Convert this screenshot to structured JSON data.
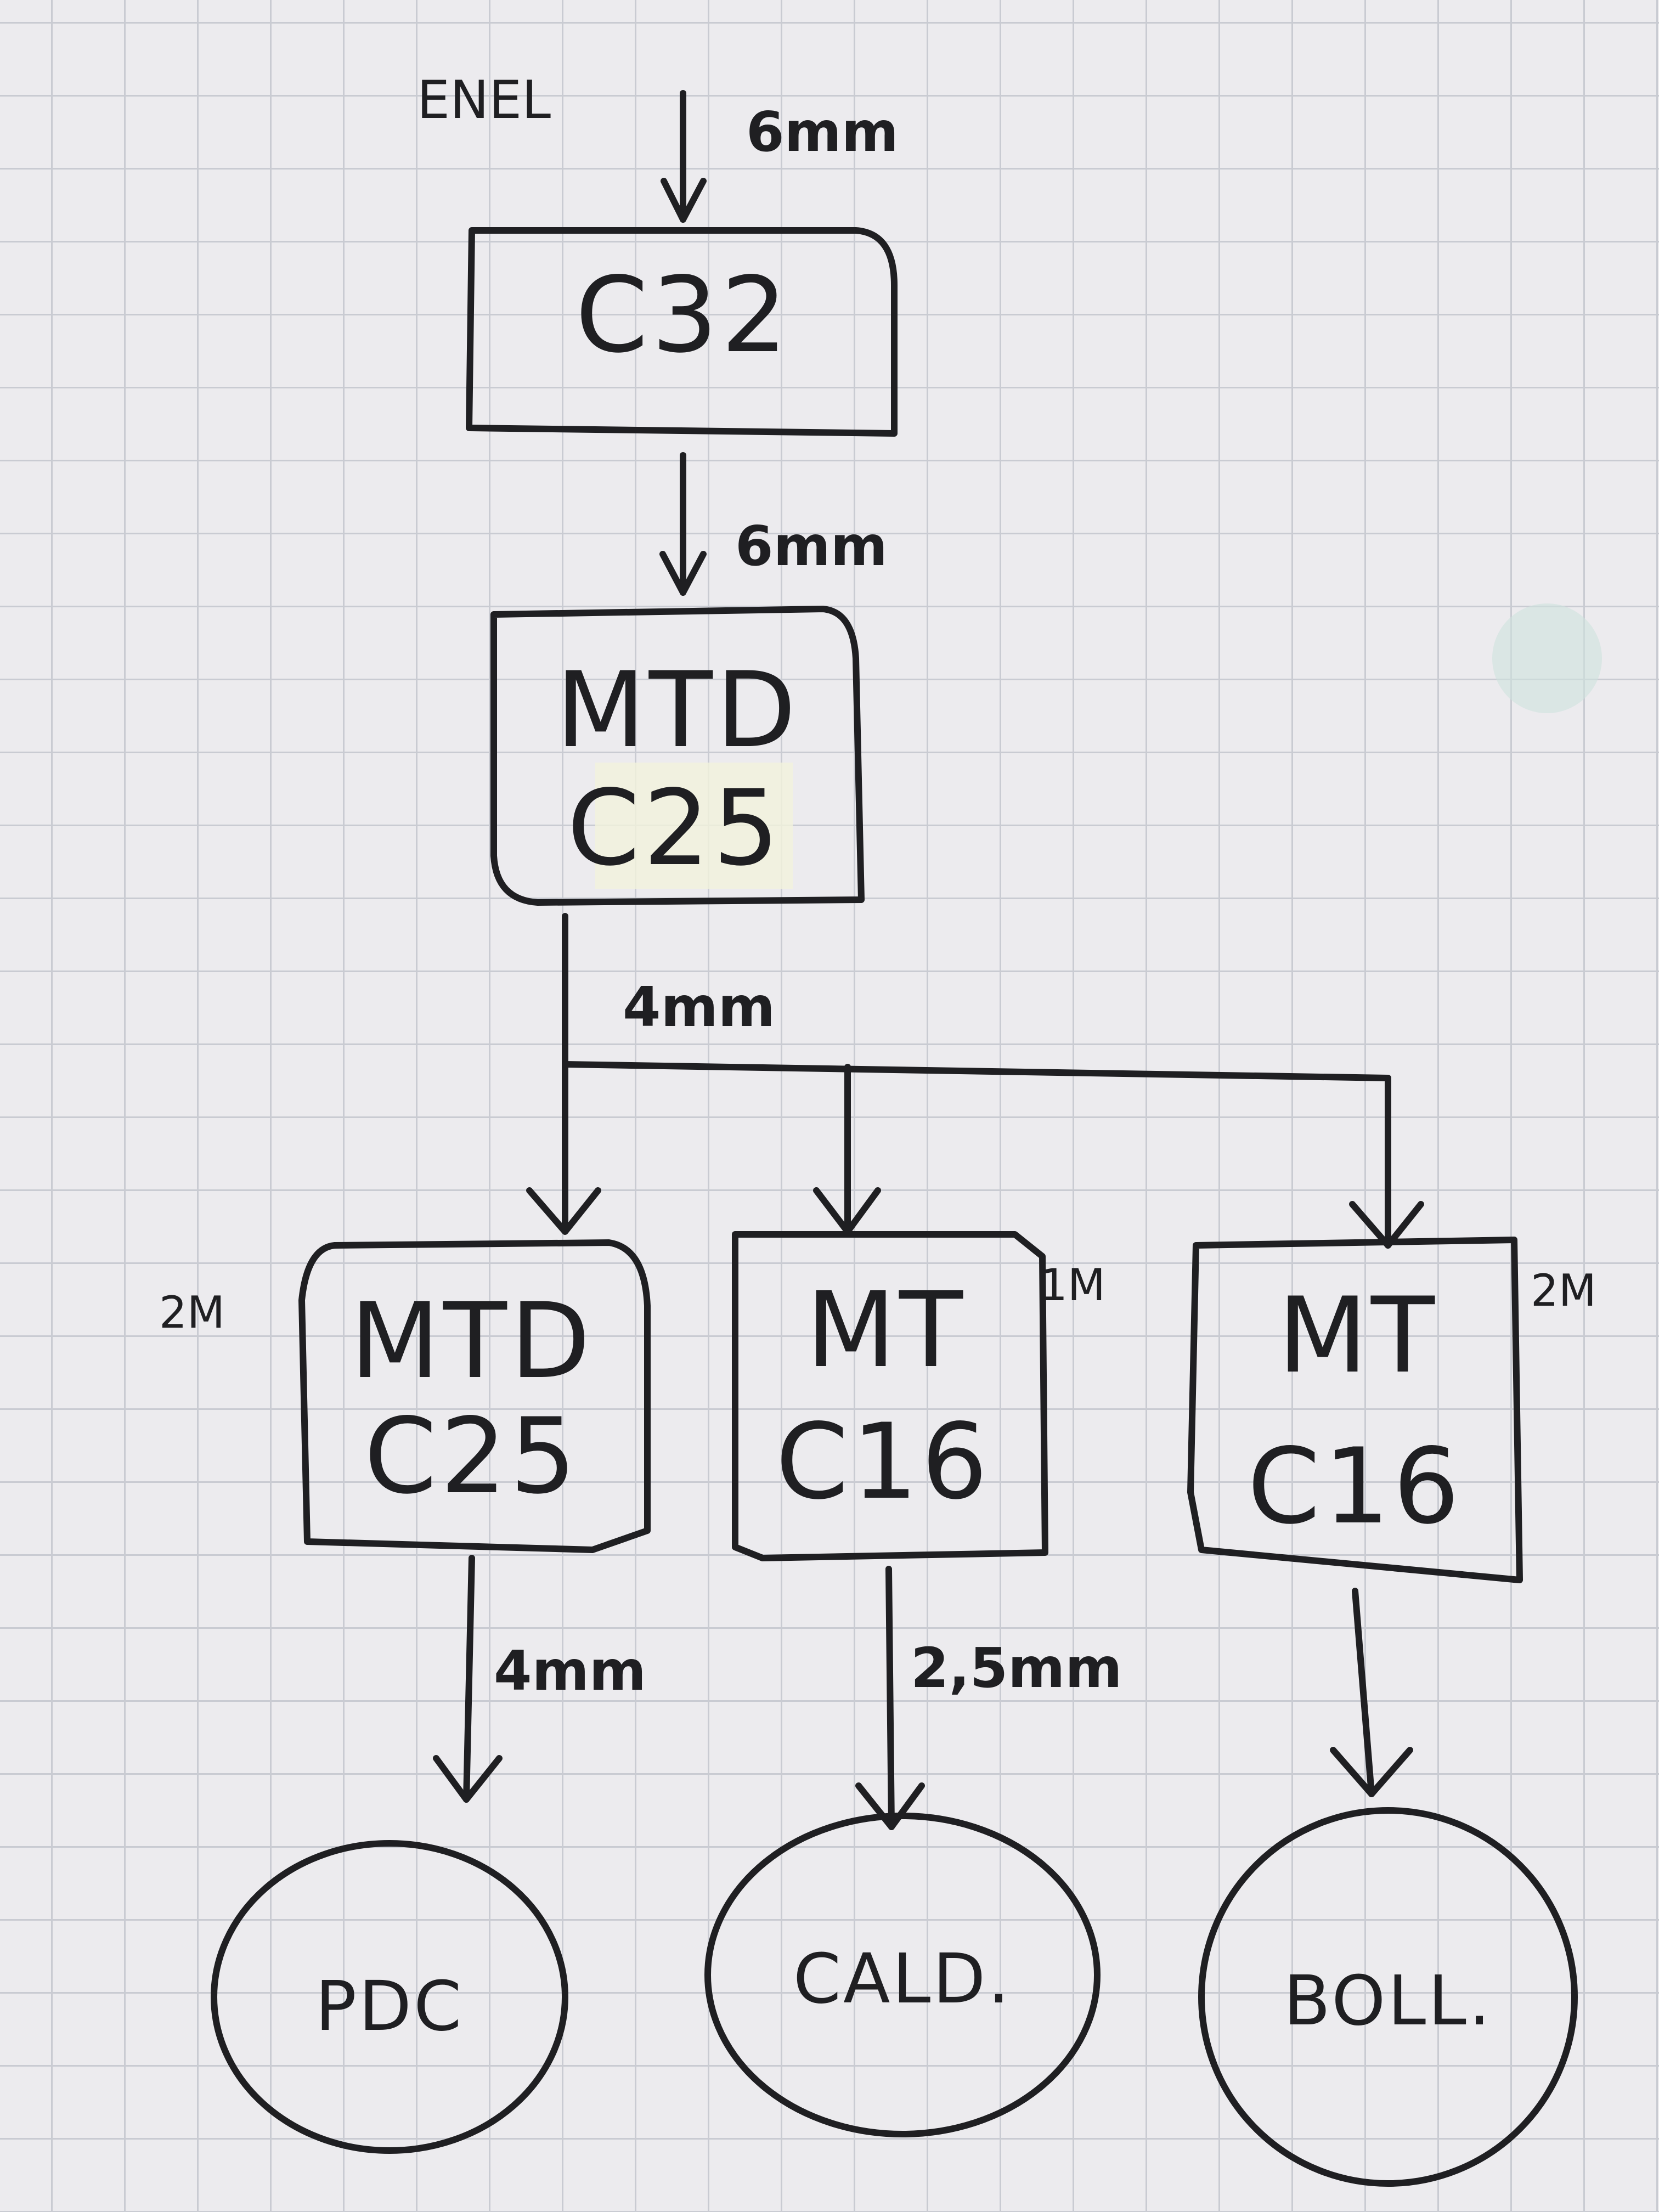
{
  "diagram": {
    "source_label": "ENEL",
    "main_breaker": {
      "label": "C32",
      "input_cable": "6mm"
    },
    "feeder_cable": "6mm",
    "rcbo_main": {
      "line1": "MTD",
      "line2": "C25"
    },
    "bus_cable": "4mm",
    "branches": [
      {
        "line1": "MTD",
        "line2": "C25",
        "qty": "2M",
        "cable": "4mm",
        "load": "PDC"
      },
      {
        "line1": "MT",
        "line2": "C16",
        "qty": "1M",
        "cable": "2,5mm",
        "load": "CALD."
      },
      {
        "line1": "MT",
        "line2": "C16",
        "qty": "2M",
        "cable": "",
        "load": "BOLL."
      }
    ]
  }
}
